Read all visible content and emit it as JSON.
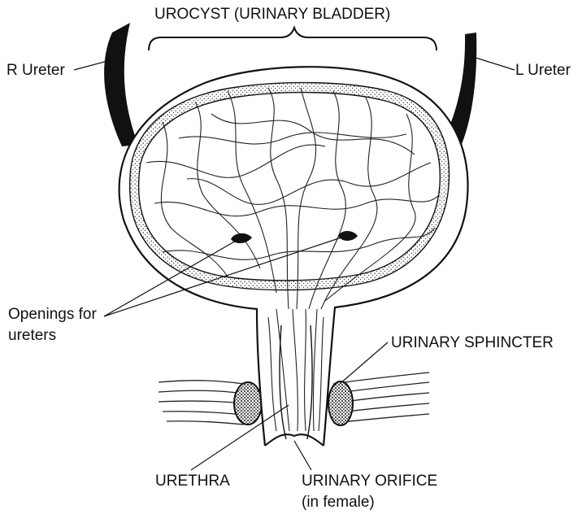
{
  "labels": {
    "title": "UROCYST (URINARY BLADDER)",
    "r_ureter": "R Ureter",
    "l_ureter": "L Ureter",
    "openings_line1": "Openings for",
    "openings_line2": "ureters",
    "sphincter": "URINARY SPHINCTER",
    "urethra": "URETHRA",
    "orifice_line1": "URINARY ORIFICE",
    "orifice_line2": "(in female)"
  },
  "colors": {
    "ink": "#111111",
    "background": "#ffffff"
  }
}
